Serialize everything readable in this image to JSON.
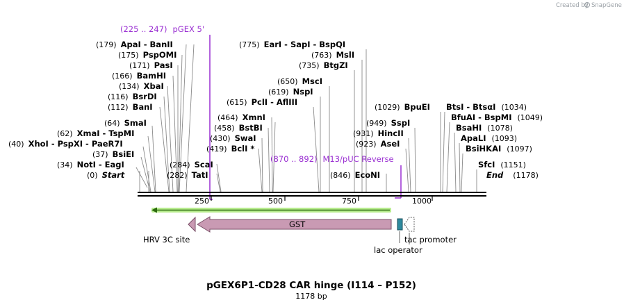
{
  "credit": "Created by",
  "brand": "SnapGene",
  "title": "pGEX6P1-CD28 CAR hinge (I114 – P152)",
  "length_label": "1178 bp",
  "length": 1178,
  "ticks": [
    "250",
    "500",
    "750",
    "1000"
  ],
  "colors": {
    "primer": "#9a2fd2",
    "gst": "#c99ab3",
    "gst_stroke": "#7a5068",
    "lac_operator": "#2e8a9e",
    "highlight": "#7bd63b"
  },
  "sites": [
    {
      "pos": "(0)",
      "name": "Start",
      "style": "ital"
    },
    {
      "pos": "(34)",
      "name": "NotI  - EagI"
    },
    {
      "pos": "(37)",
      "name": "BsiEI"
    },
    {
      "pos": "(40)",
      "name": "XhoI  - PspXI  - PaeR7I"
    },
    {
      "pos": "(62)",
      "name": "XmaI  - TspMI"
    },
    {
      "pos": "(64)",
      "name": "SmaI"
    },
    {
      "pos": "(112)",
      "name": "BanI"
    },
    {
      "pos": "(116)",
      "name": "BsrDI"
    },
    {
      "pos": "(134)",
      "name": "XbaI"
    },
    {
      "pos": "(166)",
      "name": "BamHI"
    },
    {
      "pos": "(171)",
      "name": "PasI"
    },
    {
      "pos": "(175)",
      "name": "PspOMI"
    },
    {
      "pos": "(179)",
      "name": "ApaI  - BanII"
    },
    {
      "pos": "(282)",
      "name": "TatI"
    },
    {
      "pos": "(284)",
      "name": "ScaI"
    },
    {
      "pos": "(419)",
      "name": "BclI *"
    },
    {
      "pos": "(430)",
      "name": "SwaI"
    },
    {
      "pos": "(458)",
      "name": "BstBI"
    },
    {
      "pos": "(464)",
      "name": "XmnI"
    },
    {
      "pos": "(615)",
      "name": "PclI  - AflIII"
    },
    {
      "pos": "(619)",
      "name": "NspI"
    },
    {
      "pos": "(650)",
      "name": "MscI"
    },
    {
      "pos": "(735)",
      "name": "BtgZI"
    },
    {
      "pos": "(763)",
      "name": "MslI"
    },
    {
      "pos": "(775)",
      "name": "EarI  - SapI  - BspQI"
    },
    {
      "pos": "(846)",
      "name": "EcoNI"
    },
    {
      "pos": "(923)",
      "name": "AseI"
    },
    {
      "pos": "(931)",
      "name": "HincII"
    },
    {
      "pos": "(949)",
      "name": "SspI"
    },
    {
      "pos": "(1029)",
      "name": "BpuEI"
    },
    {
      "pos": "(1034)",
      "name": "BtsI  - BtsαI"
    },
    {
      "pos": "(1049)",
      "name": "BfuAI  - BspMI"
    },
    {
      "pos": "(1078)",
      "name": "BsaHI"
    },
    {
      "pos": "(1093)",
      "name": "ApaLI"
    },
    {
      "pos": "(1097)",
      "name": "BsiHKAI"
    },
    {
      "pos": "(1151)",
      "name": "SfcI"
    },
    {
      "pos": "(1178)",
      "name": "End",
      "style": "ital"
    }
  ],
  "primers": [
    {
      "range": "(225 .. 247)",
      "name": "pGEX 5'"
    },
    {
      "range": "(870 .. 892)",
      "name": "M13/pUC Reverse"
    }
  ],
  "features": [
    {
      "name": "GST"
    },
    {
      "name": "HRV 3C site"
    },
    {
      "name": "lac operator"
    },
    {
      "name": "tac promoter"
    }
  ]
}
